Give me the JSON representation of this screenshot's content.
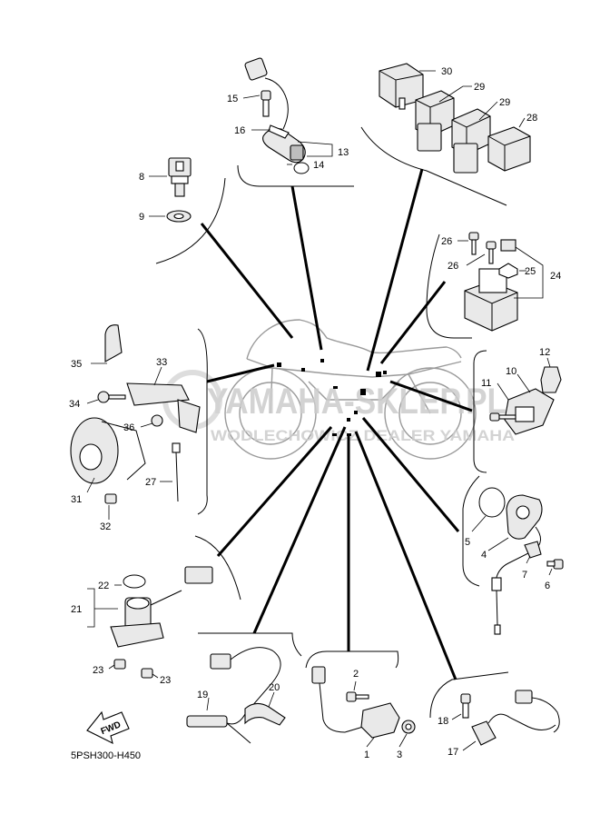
{
  "diagram": {
    "code": "5PSH300-H450",
    "fwd_label": "FWD",
    "watermark": {
      "brand": "YAMAHA-SKLEP.PL",
      "tagline": "WODLECHOWICZ DEALER YAMAHA"
    },
    "callouts": [
      {
        "id": "c1",
        "text": "1"
      },
      {
        "id": "c2",
        "text": "2"
      },
      {
        "id": "c3",
        "text": "3"
      },
      {
        "id": "c4",
        "text": "4"
      },
      {
        "id": "c5",
        "text": "5"
      },
      {
        "id": "c6",
        "text": "6"
      },
      {
        "id": "c7",
        "text": "7"
      },
      {
        "id": "c8",
        "text": "8"
      },
      {
        "id": "c9",
        "text": "9"
      },
      {
        "id": "c10",
        "text": "10"
      },
      {
        "id": "c11",
        "text": "11"
      },
      {
        "id": "c12",
        "text": "12"
      },
      {
        "id": "c13",
        "text": "13"
      },
      {
        "id": "c14",
        "text": "14"
      },
      {
        "id": "c15",
        "text": "15"
      },
      {
        "id": "c16",
        "text": "16"
      },
      {
        "id": "c17",
        "text": "17"
      },
      {
        "id": "c18",
        "text": "18"
      },
      {
        "id": "c19",
        "text": "19"
      },
      {
        "id": "c20",
        "text": "20"
      },
      {
        "id": "c21",
        "text": "21"
      },
      {
        "id": "c22",
        "text": "22"
      },
      {
        "id": "c23a",
        "text": "23"
      },
      {
        "id": "c23b",
        "text": "23"
      },
      {
        "id": "c24",
        "text": "24"
      },
      {
        "id": "c25",
        "text": "25"
      },
      {
        "id": "c26a",
        "text": "26"
      },
      {
        "id": "c26b",
        "text": "26"
      },
      {
        "id": "c27",
        "text": "27"
      },
      {
        "id": "c28",
        "text": "28"
      },
      {
        "id": "c29a",
        "text": "29"
      },
      {
        "id": "c29b",
        "text": "29"
      },
      {
        "id": "c30",
        "text": "30"
      },
      {
        "id": "c31",
        "text": "31"
      },
      {
        "id": "c32",
        "text": "32"
      },
      {
        "id": "c33",
        "text": "33"
      },
      {
        "id": "c34",
        "text": "34"
      },
      {
        "id": "c35",
        "text": "35"
      },
      {
        "id": "c36",
        "text": "36"
      }
    ]
  }
}
